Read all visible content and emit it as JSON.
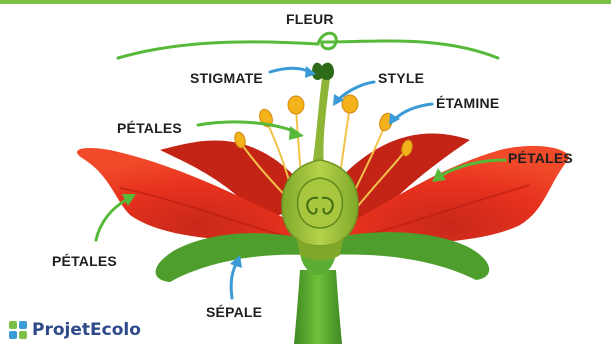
{
  "labels": {
    "fleur": "FLEUR",
    "stigmate": "STIGMATE",
    "style": "STYLE",
    "etamine": "ÉTAMINE",
    "petales_left_top": "PÉTALES",
    "petales_right": "PÉTALES",
    "petales_left_bottom": "PÉTALES",
    "sepale": "SÉPALE"
  },
  "brand": {
    "name": "ProjetEcolo",
    "icon": "leaf-icon"
  },
  "colors": {
    "top_bar": "#7cc146",
    "arrow_green": "#57b93a",
    "arrow_blue": "#3a9bd6",
    "petal": "#e8321e",
    "petal_dark": "#b51d10",
    "pistil": "#9cbf3a",
    "stem": "#4d9e2c",
    "anther": "#f3b21b",
    "label_text": "#1f1f1f"
  }
}
